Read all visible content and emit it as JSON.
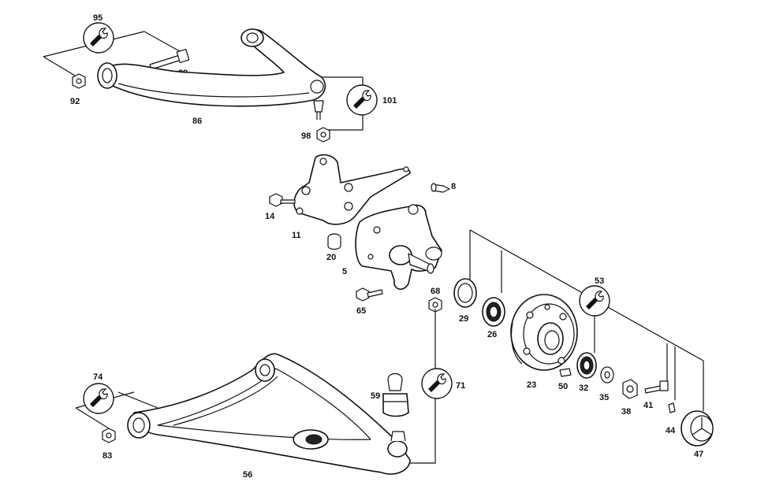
{
  "diagram": {
    "labels": {
      "p95": "95",
      "p89": "89",
      "p92": "92",
      "p86": "86",
      "p101": "101",
      "p98": "98",
      "p8": "8",
      "p14": "14",
      "p11": "11",
      "p20": "20",
      "p5": "5",
      "p68": "68",
      "p65": "65",
      "p53": "53",
      "p29": "29",
      "p26": "26",
      "p23": "23",
      "p50": "50",
      "p32": "32",
      "p35": "35",
      "p38": "38",
      "p41": "41",
      "p44": "44",
      "p47": "47",
      "p74": "74",
      "p59": "59",
      "p71": "71",
      "p83": "83",
      "p56": "56"
    },
    "icons": [
      "wrench-icon"
    ]
  }
}
